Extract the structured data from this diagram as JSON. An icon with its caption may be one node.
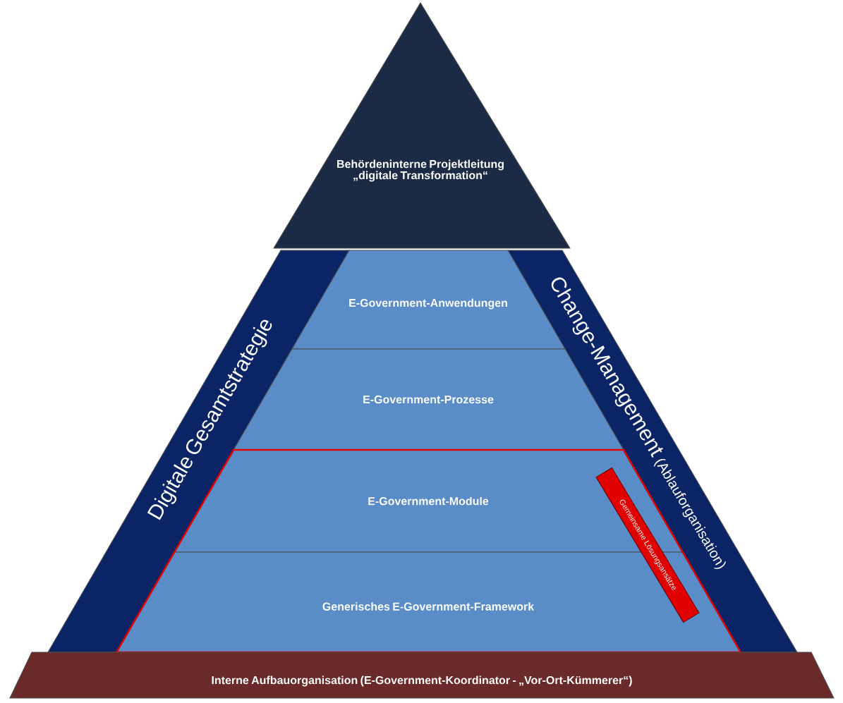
{
  "diagram": {
    "nodes": [
      {
        "text": [
          "Behördeninterne Projektleitung „digitale Transformation“"
        ]
      },
      {
        "text": [
          "Digitale Gesamtstrategie"
        ]
      },
      {
        "text": [
          "Change-Management",
          "(Ablauforganisation)"
        ]
      },
      {
        "text": [
          "E-Government-Anwendungen"
        ]
      },
      {
        "text": [
          "E-Government-Prozesse"
        ]
      },
      {
        "text": [],
        "shape": "box"
      },
      {
        "text": [
          "E-Government-Module"
        ],
        "in": 5
      },
      {
        "text": [
          "Generisches E-Government-Framework"
        ],
        "in": 5
      },
      {
        "text": [
          "Gemeinsame Lösungsansätze"
        ],
        "in": 5
      },
      {
        "text": [
          "Interne Aufbauorganisation (E-Government-Koordinator - „Vor-Ort-Kümmerer“)"
        ]
      }
    ]
  }
}
